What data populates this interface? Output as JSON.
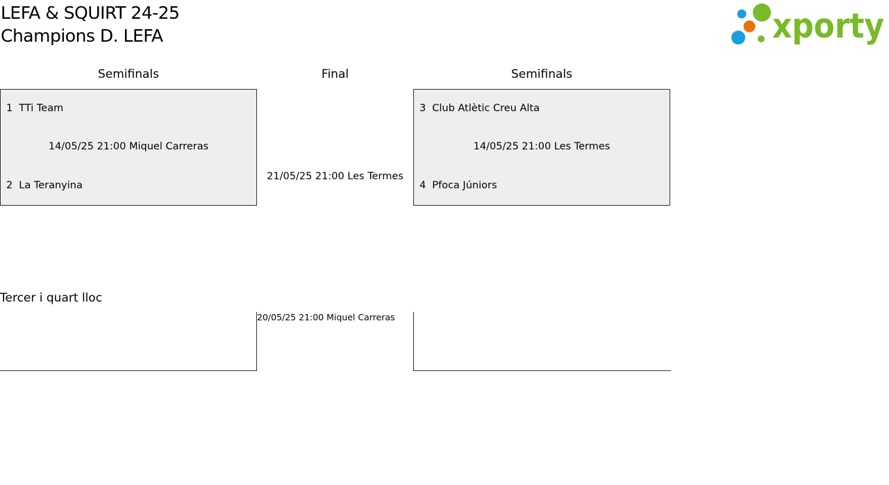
{
  "header": {
    "title_line1": "LEFA & SQUIRT 24-25",
    "title_line2": "Champions D. LEFA",
    "logo_text": "xporty",
    "logo_colors": {
      "green": "#7ab929",
      "blue": "#1a9ee0",
      "orange": "#e8720c"
    }
  },
  "columns": {
    "left_heading": "Semifinals",
    "center_heading": "Final",
    "right_heading": "Semifinals"
  },
  "semifinal_left": {
    "team1_seed": "1",
    "team1_name": "TTi Team",
    "info": "14/05/25 21:00 Miquel Carreras",
    "team2_seed": "2",
    "team2_name": "La Teranyina"
  },
  "semifinal_right": {
    "team1_seed": "3",
    "team1_name": "Club Atlètic Creu Alta",
    "info": "14/05/25 21:00 Les Termes",
    "team2_seed": "4",
    "team2_name": "Pfoca Júniors"
  },
  "final": {
    "info": "21/05/25 21:00 Les Termes"
  },
  "third_place": {
    "heading": "Tercer i quart lloc",
    "info": "20/05/25 21:00 Miquel Carreras"
  }
}
